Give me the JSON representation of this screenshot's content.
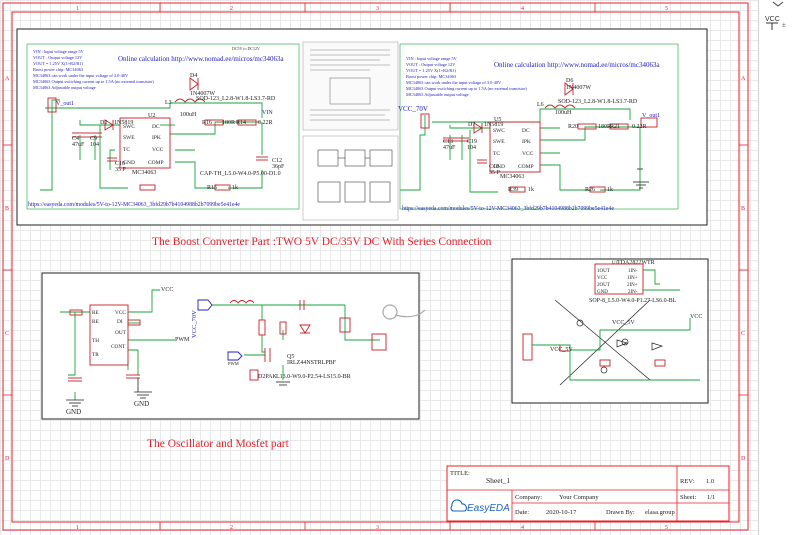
{
  "colors": {
    "frame_red": "#e8202a",
    "wire_green": "#17a33c",
    "part_red": "#c8202a",
    "text_blue": "#2020c0",
    "box_dark": "#222222"
  },
  "frame": {
    "col_labels": [
      "1",
      "2",
      "3",
      "4",
      "5"
    ],
    "row_labels": [
      "A",
      "B",
      "C",
      "D"
    ]
  },
  "boost_left": {
    "notes": [
      "VIN : Input voltage range 5V",
      "VOUT : Output voltage 12V",
      "VOUT = 1.25V X(1+R2/R1)",
      "Boost power chip: MC34063",
      "MC34063 can work under the input voltage of 3.0-40V",
      "MC34063 Output switching current up to 1.5A (no external transistor)",
      "MC34063 Adjustable output voltage"
    ],
    "header": "DC5V to DC12V",
    "online": "Online calculation http://www.nomad.ee/micros/mc34063a",
    "url": "https://easyeda.com/modules/5V-to-12V-MC34063_3bfd29b7b4104988b2b7099be5e41e4e",
    "vout": "V_out1",
    "vin": "VIN",
    "u_ref": "U2",
    "chip": "MC34063",
    "diode_top_ref": "D4",
    "diode_top_val": "1N4007W",
    "diode_left_ref": "D2",
    "diode_left_val": "1N5819",
    "inductor_ref": "L3",
    "inductor_pkg": "SOD-123_L2.8-W1.8-LS3.7-RD",
    "inductor_val": "100uH",
    "c4": "C4",
    "c4_val": "47uF",
    "c9": "C9",
    "c9_val": "104",
    "c10": "C10",
    "c10_val": "35 P",
    "c12": "C12",
    "c12_val": "36pF",
    "r16": "R16",
    "r16_val": "180R",
    "r15": "R15",
    "r15_val": "1k",
    "r14": "R14",
    "r14_val": "0.22R",
    "cap_pkg": "CAP-TH_L5.0-W4.0-P5.00-D1.0",
    "pins_left": [
      "SWC",
      "SWE",
      "TC",
      "GND"
    ],
    "pins_right": [
      "DC",
      "IPK",
      "VCC",
      "COMP"
    ]
  },
  "boost_right": {
    "notes": [
      "VIN : Input voltage range 5V",
      "VOUT : Output voltage 12V",
      "VOUT = 1.25V X(1+R2/R1)",
      "Boost power chip: MC34063",
      "MC34063 can work under the input voltage of 3.0-40V",
      "MC34063 Output switching current up to 1.5A (no external transistor)",
      "MC34063 Adjustable output voltage"
    ],
    "online": "Online calculation http://www.nomad.ee/micros/mc34063a",
    "url": "https://easyeda.com/modules/5V-to-12V-MC34063_3bfd29b7b4104988b2b7099be5e41e4e",
    "vcc": "VCC_70V",
    "vout": "V_out1",
    "u_ref": "U5",
    "chip": "MC34063",
    "diode_top_ref": "D6",
    "diode_top_val": "1N4007W",
    "diode_left_ref": "D7",
    "diode_left_val": "1N5819",
    "inductor_ref": "L6",
    "inductor_pkg": "SOD-123_L2.8-W1.8-LS3.7-RD",
    "inductor_val": "100uH",
    "c_left": "C13",
    "c_left_val": "47uF",
    "c19": "C19",
    "c19_val": "104",
    "c18": "C18",
    "c18_val": "35 P",
    "r_a": "R20",
    "r_a_val": "180R",
    "r_b": "R21",
    "r_b_val": "0.22R",
    "r_c": "R39",
    "r_c_val": "1k",
    "r_d": "R26",
    "r_d_val": "1k",
    "pins_left": [
      "SWC",
      "SWE",
      "TC",
      "GND"
    ],
    "pins_right": [
      "DC",
      "IPK",
      "VCC",
      "COMP"
    ]
  },
  "title_boost": "The Boost Converter Part :TWO 5V DC/35V DC With Series Connection",
  "oscillator": {
    "vcc": "VCC",
    "vcc_70v": "VCC_70V",
    "pwm": "PWM",
    "gnd1": "GND",
    "gnd2": "GND",
    "q5": "Q5",
    "mosfet": "IRLZ44NSTRLPBF",
    "pkg1": "D2PAK",
    "pkg2": "L13.0-W9.0-P2.54-LS15.0-BR",
    "ne555_pins_left": [
      "RE",
      "RE",
      "TH",
      "TR"
    ],
    "ne555_pins_right": [
      "VCC",
      "DI",
      "OUT",
      "CONT"
    ]
  },
  "title_osc": "The Oscillator and Mosfet part",
  "driver": {
    "u_ref": "U1",
    "chip": "TDA2822WTR",
    "pkg": "SOP-8_L5.0-W4.0-P1.27-LS6.0-BL",
    "vcc": "VCC",
    "vcc_5v": "VCC_5V",
    "vcc_5v_2": "VCC_5V",
    "pins_left": [
      "1OUT",
      "VCC",
      "2OUT",
      "GND"
    ],
    "pins_right": [
      "1IN-",
      "1IN+",
      "2IN+",
      "2IN-"
    ]
  },
  "title_block": {
    "title_label": "TITLE:",
    "title_value": "Sheet_1",
    "rev_label": "REV:",
    "rev_value": "1.0",
    "company_label": "Company:",
    "company_value": "Your Company",
    "sheet_label": "Sheet:",
    "sheet_value": "1/1",
    "date_label": "Date:",
    "date_value": "2020-10-17",
    "drawn_label": "Drawn By:",
    "drawn_value": "elasa.group",
    "logo_text": "EasyEDA"
  },
  "toolbar": {
    "vcc_symbol": "VCC"
  }
}
